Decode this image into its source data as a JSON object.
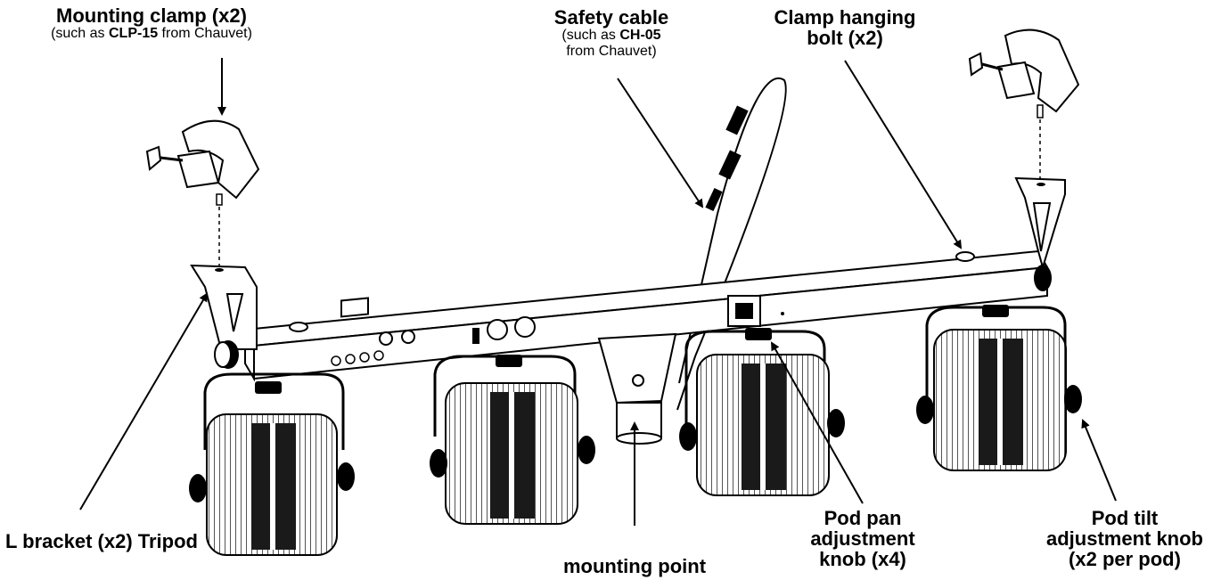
{
  "labels": {
    "mounting_clamp": {
      "title": "Mounting clamp (x2)",
      "sub_prefix": "(such as ",
      "sub_bold": "CLP-15",
      "sub_suffix": " from Chauvet)"
    },
    "safety_cable": {
      "title": "Safety cable",
      "sub_line1_prefix": "(such as ",
      "sub_line1_bold": "CH-05",
      "sub_line2": "from Chauvet)"
    },
    "clamp_bolt": {
      "line1": "Clamp hanging",
      "line2": "bolt (x2)"
    },
    "l_bracket": {
      "text": "L bracket (x2) Tripod"
    },
    "mounting_point": {
      "text": "mounting point"
    },
    "pod_pan": {
      "line1": "Pod pan",
      "line2": "adjustment",
      "line3": "knob (x4)"
    },
    "pod_tilt": {
      "line1": "Pod tilt",
      "line2": "adjustment knob",
      "line3": "(x2 per pod)"
    }
  },
  "colors": {
    "ink": "#000000",
    "paper": "#ffffff",
    "panel": "#1a1a1a",
    "fins": "#6b6b6b"
  }
}
